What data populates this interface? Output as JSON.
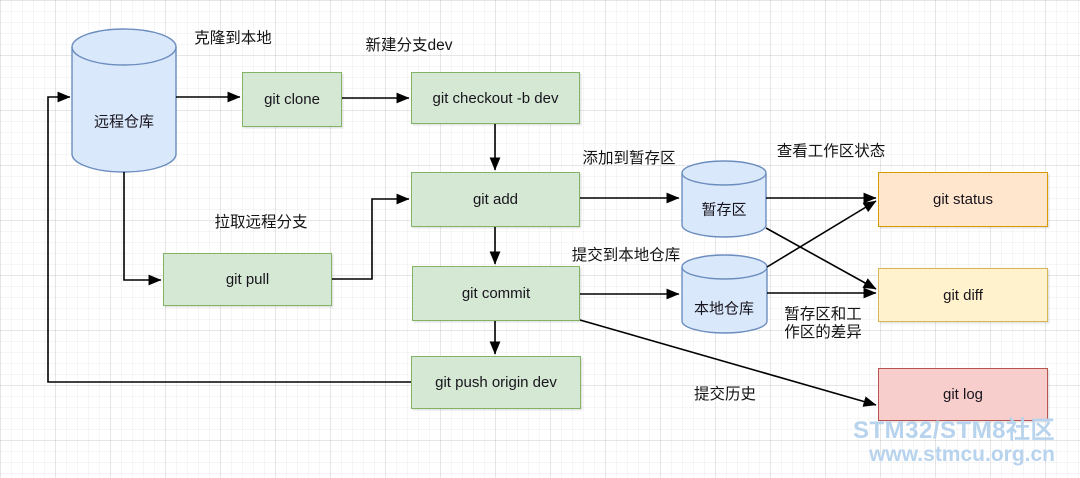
{
  "nodes": {
    "remote_repo": "远程仓库",
    "git_clone": "git clone",
    "git_checkout": "git checkout -b dev",
    "git_add": "git add",
    "git_commit": "git commit",
    "git_push": "git push origin dev",
    "git_pull": "git pull",
    "staging_area": "暂存区",
    "local_repo": "本地仓库",
    "git_status": "git status",
    "git_diff": "git diff",
    "git_log": "git log"
  },
  "edge_labels": {
    "clone_to_local": "克隆到本地",
    "new_branch_dev": "新建分支dev",
    "add_to_staging": "添加到暂存区",
    "view_workspace_status": "查看工作区状态",
    "pull_remote_branch": "拉取远程分支",
    "commit_to_local_repo": "提交到本地仓库",
    "staging_vs_workspace_line1": "暂存区和工",
    "staging_vs_workspace_line2": "作区的差异",
    "commit_history": "提交历史"
  },
  "edges": [
    {
      "from": "remote_repo",
      "to": "git_clone",
      "label": "克隆到本地"
    },
    {
      "from": "git_clone",
      "to": "git_checkout",
      "label": "新建分支dev"
    },
    {
      "from": "git_checkout",
      "to": "git_add"
    },
    {
      "from": "git_add",
      "to": "git_commit"
    },
    {
      "from": "git_commit",
      "to": "git_push"
    },
    {
      "from": "git_push",
      "to": "remote_repo"
    },
    {
      "from": "remote_repo",
      "to": "git_pull",
      "label": "拉取远程分支"
    },
    {
      "from": "git_pull",
      "to": "git_add"
    },
    {
      "from": "git_add",
      "to": "staging_area",
      "label": "添加到暂存区"
    },
    {
      "from": "git_commit",
      "to": "local_repo",
      "label": "提交到本地仓库"
    },
    {
      "from": "staging_area",
      "to": "git_status",
      "label": "查看工作区状态"
    },
    {
      "from": "staging_area",
      "to": "git_diff"
    },
    {
      "from": "local_repo",
      "to": "git_status"
    },
    {
      "from": "local_repo",
      "to": "git_diff",
      "label": "暂存区和工作区的差异"
    },
    {
      "from": "git_commit",
      "to": "git_log",
      "label": "提交历史"
    }
  ],
  "watermark": {
    "line1": "STM32/STM8社区",
    "line2": "www.stmcu.org.cn"
  },
  "colors": {
    "command_fill": "#d5e8d4",
    "command_border": "#82b366",
    "cylinder_fill": "#dae8fc",
    "cylinder_border": "#6c8ebf",
    "status_fill": "#ffe6cc",
    "status_border": "#d79b00",
    "diff_fill": "#fff2cc",
    "diff_border": "#d6b656",
    "log_fill": "#f8cecc",
    "log_border": "#b85450",
    "edge_stroke": "#000000",
    "watermark_text": "#b7d3ed"
  }
}
